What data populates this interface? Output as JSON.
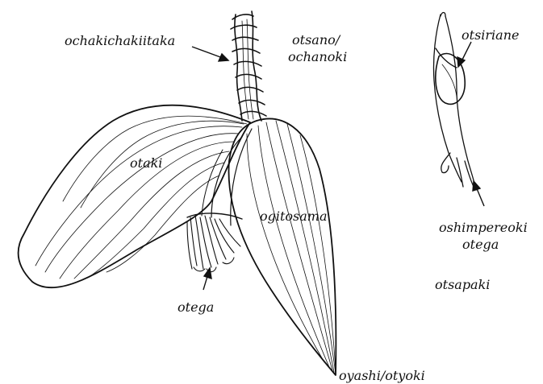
{
  "labels": {
    "peduncle": "ochakichakiitaka",
    "stem_line1": "otsano/",
    "stem_line2": "ochanoki",
    "bract": "otaki",
    "bud": "ogitosama",
    "flowers": "otega",
    "tip": "oyashi/otyoki",
    "ovary": "otsiriane",
    "single_flower_line1": "oshimpereoki",
    "single_flower_line2": "otega",
    "flower_group": "otsapaki"
  },
  "colors": {
    "ink": "#111111",
    "paper": "#ffffff"
  }
}
